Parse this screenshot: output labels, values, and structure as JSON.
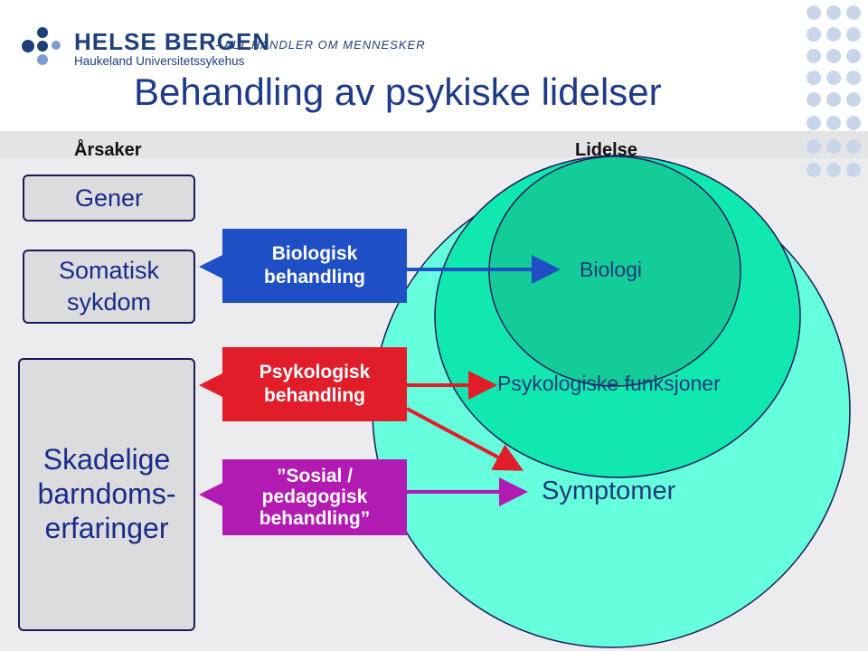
{
  "header": {
    "brand": "HELSE BERGEN",
    "brand_sub": "Haukeland Universitetssykehus",
    "slogan": "- ALT HANDLER OM MENNESKER"
  },
  "title": "Behandling av psykiske lidelser",
  "columns": {
    "causes_heading": "Årsaker",
    "disorder_heading": "Lidelse"
  },
  "causes": {
    "genes": "Gener",
    "somatic_line1": "Somatisk",
    "somatic_line2": "sykdom",
    "childhood_line1": "Skadelige",
    "childhood_line2": "barndoms-",
    "childhood_line3": "erfaringer"
  },
  "treatments": {
    "bio_line1": "Biologisk",
    "bio_line2": "behandling",
    "psych_line1": "Psykologisk",
    "psych_line2": "behandling",
    "social_line1": "”Sosial /",
    "social_line2": "pedagogisk",
    "social_line3": "behandling”"
  },
  "disorder": {
    "biology": "Biologi",
    "psych_functions": "Psykologiske funksjoner",
    "symptoms": "Symptomer"
  },
  "colors": {
    "bio": "#1f4fc4",
    "psych": "#e11d2a",
    "social": "#b21bb2",
    "outer_circle": "#66ffdd",
    "middle_circle": "#11e8b0",
    "inner_circle": "#14cc98",
    "title": "#1e3a8a"
  }
}
